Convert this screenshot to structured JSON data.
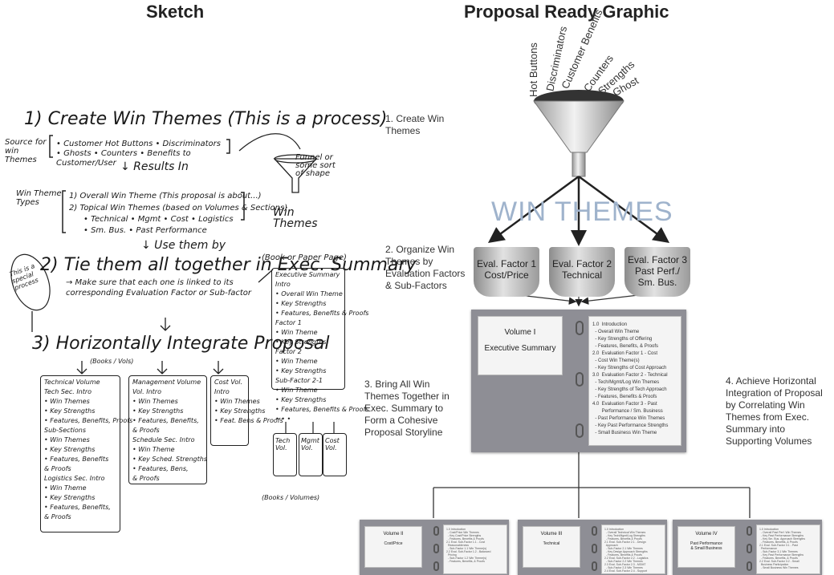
{
  "headers": {
    "sketch": "Sketch",
    "proposal": "Proposal Ready Graphic"
  },
  "sketch": {
    "step1": "1) Create Win Themes (This is a process)",
    "source_label": "Source for win Themes",
    "sources": "• Customer Hot Buttons • Discriminators • Ghosts • Counters • Benefits to Customer/User",
    "results": "↓ Results In",
    "types_label": "Win Theme Types",
    "type1": "1) Overall Win Theme (This proposal is about...)",
    "type2": "2) Topical Win Themes (based on Volumes & Sections)",
    "type2b": "• Technical • Mgmt • Cost • Logistics",
    "type2c": "• Sm. Bus. • Past Performance",
    "funnel_note": "Funnel or some sort of shape",
    "win_themes": "Win Themes",
    "use_them": "↓ Use them by",
    "step2": "2) Tie them all together in Exec. Summary",
    "step2_note": "This is a special process",
    "step2_detail": "→ Make sure that each one is linked to its corresponding Evaluation Factor or Sub-factor",
    "book_note": "(Book or Paper Page)",
    "exec_box": [
      "Executive Summary",
      "Intro",
      "• Overall Win Theme",
      "• Key Strengths",
      "• Features, Benefits & Proofs",
      "Factor 1",
      "• Win Theme",
      "• Key Strengths",
      "Factor 2",
      "• Win Theme",
      "• Key Strengths",
      "Sub-Factor 2-1",
      "• Win Theme",
      "• Key Strengths",
      "• Features, Benefits & Proofs",
      "• • •"
    ],
    "step3": "3) Horizontally Integrate Proposal",
    "books_vols": "(Books / Vols)",
    "tech_box": [
      "Technical Volume",
      "Tech Sec. Intro",
      "• Win Themes",
      "• Key Strengths",
      "• Features, Benefits, Proofs",
      "Sub-Sections",
      "• Win Themes",
      "• Key Strengths",
      "• Features, Benefits",
      "& Proofs",
      "Logistics Sec. Intro",
      "• Win Theme",
      "• Key Strengths",
      "• Features, Benefits,",
      "& Proofs"
    ],
    "mgmt_box": [
      "Management Volume",
      "Vol. Intro",
      "• Win Themes",
      "• Key Strengths",
      "• Features, Benefits,",
      "& Proofs",
      "Schedule Sec. Intro",
      "• Win Theme",
      "• Key Sched. Strengths",
      "• Features, Bens,",
      "& Proofs"
    ],
    "cost_box": [
      "Cost Vol.",
      "Intro",
      "• Win Themes",
      "• Key Strengths",
      "• Feat. Bens & Proofs"
    ],
    "mini_books": [
      "Tech Vol.",
      "Mgmt Vol.",
      "Cost Vol."
    ],
    "books_vols_2": "(Books / Volumes)"
  },
  "proposal": {
    "funnel_words": [
      "Hot Buttons",
      "Discriminators",
      "Customer Benefits",
      "Counters",
      "Strengths",
      "Ghost"
    ],
    "step1": "1. Create Win Themes",
    "win_themes": "WIN THEMES",
    "step2": "2. Organize Win Themes by Evaluation Factors & Sub-Factors",
    "buckets": [
      "Eval. Factor 1\nCost/Price",
      "Eval. Factor 2\nTechnical",
      "Eval. Factor 3\nPast Perf./\nSm. Bus."
    ],
    "step3": "3. Bring All Win Themes Together in Exec. Summary to Form a Cohesive Proposal Storyline",
    "step4": "4. Achieve Horizontal Integration of Proposal by Correlating Win Themes from Exec. Summary into Supporting Volumes",
    "main_binder": {
      "cover_title": "Volume I",
      "cover_sub": "Executive Summary",
      "toc": [
        "1.0  Introduction",
        "  - Overall Win Theme",
        "  - Key Strengths of Offering",
        "  - Features, Benefits, & Proofs",
        "2.0  Evaluation Factor 1 - Cost",
        "  - Cost Win Theme(s)",
        "  - Key Strengths of Cost Approach",
        "3.0  Evaluation Factor 2 - Technical",
        "  - Tech/Mgmt/Log Win Themes",
        "  - Key Strengths of Tech Approach",
        "  - Features, Benefits & Proofs",
        "4.0  Evaluation Factor 3 - Past",
        "       Performance / Sm. Business",
        "  - Past Performance Win Themes",
        "  - Key Past Performance Strengths",
        "  - Small Business Win Theme"
      ]
    },
    "sub_binders": [
      {
        "cover_title": "Volume II",
        "cover_sub": "Cost/Price",
        "toc": [
          "1.0 Introduction",
          "  - Cost/Price Win Themes",
          "  - Key Cost/Price Strengths",
          "  - Features, Benefits & Proofs",
          "2.1 Eval. Sub-Factor 1.1 - Cost",
          "  Reasonableness",
          "  - Sub-Factor 1.1 Win Theme(s)",
          "2.2 Eval. Sub-Factor 1.2 - Balanced",
          "  Pricing",
          "  - Sub-Factor 1.2 Win Theme(s)",
          "  - Features, Benefits, & Proofs"
        ]
      },
      {
        "cover_title": "Volume III",
        "cover_sub": "Technical",
        "toc": [
          "1.0 Introduction",
          "  - Overall Technical Win Themes",
          "  - Key Tech/Mgmt/Log Strengths",
          "  - Features, Benefits & Proofs",
          "2.1 Eval. Sub-Factor 2.1 - Design",
          "  Approach",
          "  - Sub-Factor 2.1 Win Themes",
          "  - Key Design Approach Strengths",
          "  - Features, Benefits & Proofs",
          "2.2 Eval. Sub-Factor 2.2 - Logistics",
          "  - Sub-Factor 2.2 Win Themes",
          "2.3 Eval. Sub-Factor 2.3 - MGMT",
          "  - Sub-Factor 2.3 Win Themes",
          "2.4 Eval. Sub-Factor 2.4 - Support"
        ]
      },
      {
        "cover_title": "Volume IV",
        "cover_sub": "Past Performance\n& Small Business",
        "toc": [
          "1.0 Introduction",
          "  - Overall Past Perf. Win Themes",
          "  - Key Past Performance Strengths",
          "  - Key Sm. Bus. Approach Strengths",
          "  - Features, Benefits, & Proofs",
          "2.1 Eval. Sub-Factor 3.1 - Past",
          "  Performance",
          "  - Sub-Factor 3.1 Win Themes",
          "  - Key Past Performance Strengths",
          "  - Features, Benefits, & Proofs",
          "2.2 Eval. Sub-Factor 3.2 - Small",
          "  Business Participation",
          "  - Small Business Win Themes"
        ]
      }
    ]
  }
}
